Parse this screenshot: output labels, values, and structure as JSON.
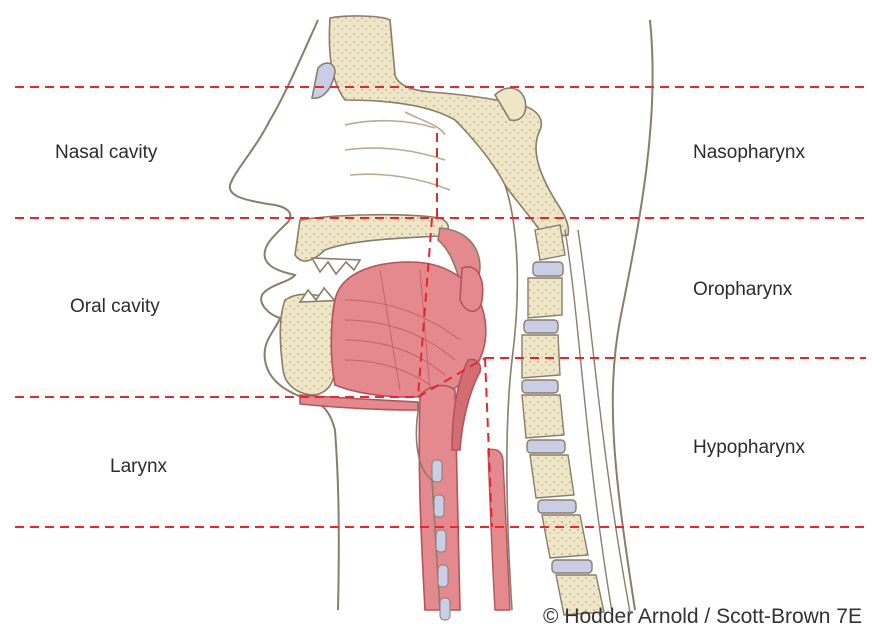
{
  "labels": {
    "left": [
      "Nasal cavity",
      "Oral cavity",
      "Larynx"
    ],
    "right": [
      "Nasopharynx",
      "Oropharynx",
      "Hypopharynx"
    ]
  },
  "credit": "© Hodder Arnold / Scott-Brown 7E",
  "colors": {
    "dashed_line": "#e8262e",
    "bone": "#efe6c8",
    "outline": "#8a7d6a",
    "muscle": "#e48a8f",
    "muscle_dark": "#d26d74",
    "disc": "#c9cde6",
    "skin": "#ffffff"
  }
}
